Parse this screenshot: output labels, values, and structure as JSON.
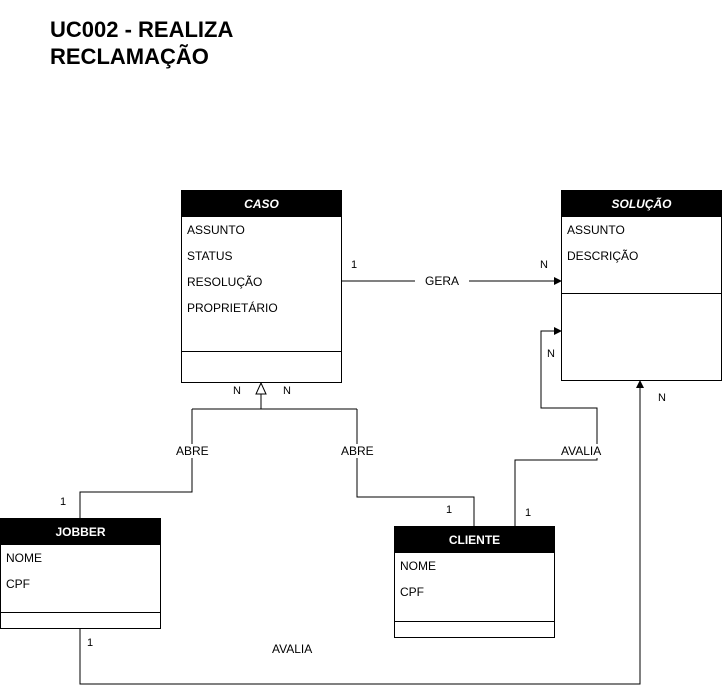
{
  "title": {
    "line1": "UC002 - REALIZA",
    "line2": "RECLAMAÇÃO"
  },
  "entities": {
    "caso": {
      "name": "CASO",
      "attributes": [
        "ASSUNTO",
        "STATUS",
        "RESOLUÇÃO",
        "PROPRIETÁRIO"
      ]
    },
    "solucao": {
      "name": "SOLUÇÃO",
      "attributes": [
        "ASSUNTO",
        "DESCRIÇÃO"
      ]
    },
    "jobber": {
      "name": "JOBBER",
      "attributes": [
        "NOME",
        "CPF"
      ]
    },
    "cliente": {
      "name": "CLIENTE",
      "attributes": [
        "NOME",
        "CPF"
      ]
    }
  },
  "relationships": {
    "gera": "GERA",
    "abre_jobber": "ABRE",
    "abre_cliente": "ABRE",
    "avalia_cliente": "AVALIA",
    "avalia_jobber": "AVALIA"
  },
  "cardinalities": {
    "gera_caso": "1",
    "gera_solucao": "N",
    "caso_left": "N",
    "caso_right": "N",
    "jobber_abre": "1",
    "cliente_abre": "1",
    "cliente_avalia": "1",
    "solucao_avalia_cliente": "N",
    "solucao_avalia_jobber": "N",
    "jobber_avalia": "1"
  }
}
